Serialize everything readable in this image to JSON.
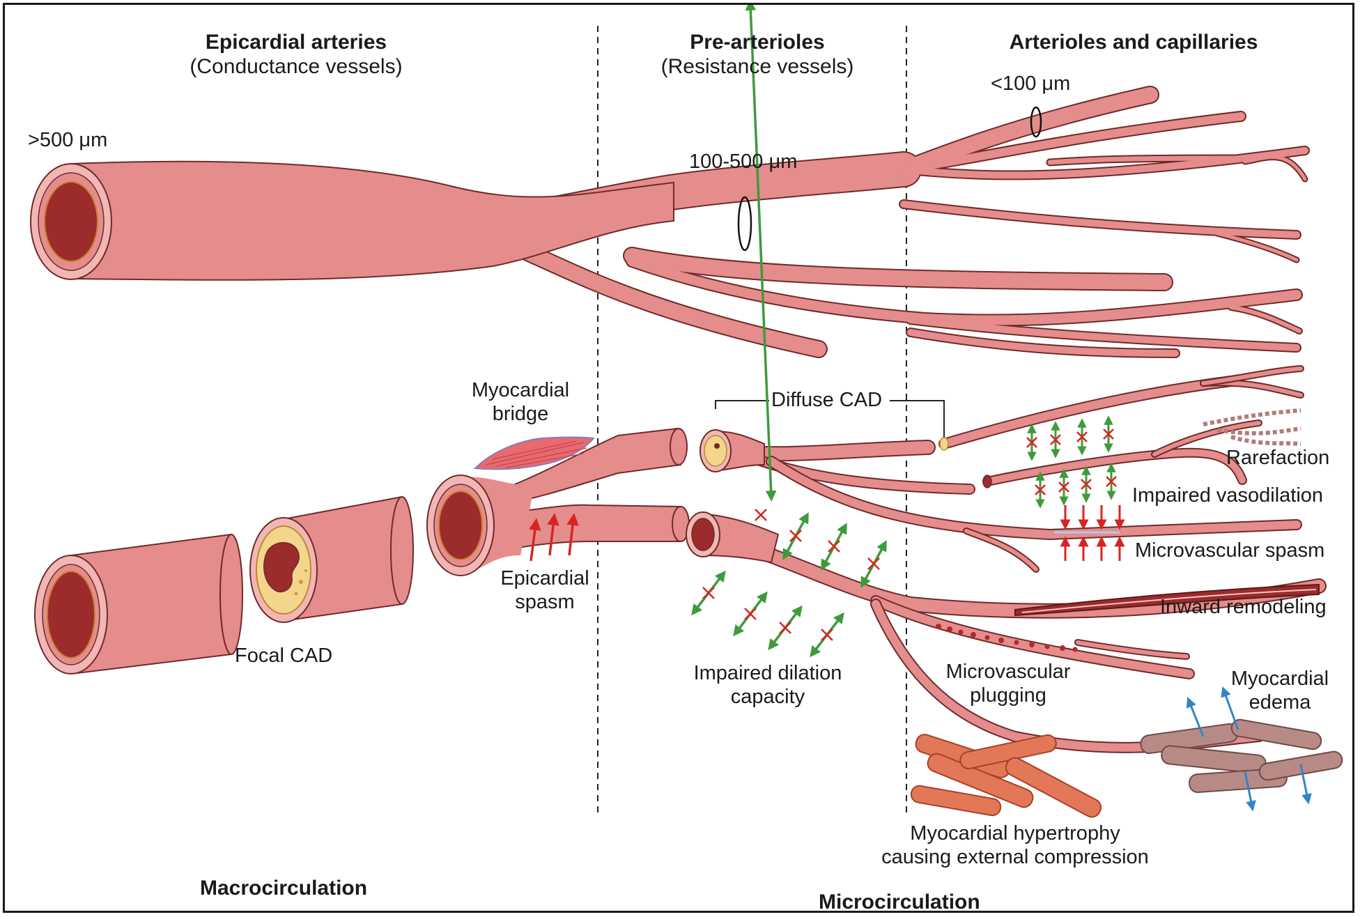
{
  "headings": {
    "epicardial_title": "Epicardial arteries",
    "epicardial_sub": "(Conductance vessels)",
    "prearterioles_title": "Pre-arterioles",
    "prearterioles_sub": "(Resistance vessels)",
    "arterioles_title": "Arterioles and capillaries"
  },
  "sizes": {
    "large": ">500 μm",
    "medium": "100-500 μm",
    "small": "<100 μm"
  },
  "labels": {
    "myocardial_bridge_1": "Myocardial",
    "myocardial_bridge_2": "bridge",
    "diffuse_cad": "Diffuse CAD",
    "rarefaction": "Rarefaction",
    "impaired_vasodilation": "Impaired vasodilation",
    "microvascular_spasm": "Microvascular spasm",
    "epicardial_spasm_1": "Epicardial",
    "epicardial_spasm_2": "spasm",
    "inward_remodeling": "Inward remodeling",
    "focal_cad": "Focal CAD",
    "impaired_dilation_1": "Impaired dilation",
    "impaired_dilation_2": "capacity",
    "microvascular_plugging_1": "Microvascular",
    "microvascular_plugging_2": "plugging",
    "myocardial_edema_1": "Myocardial",
    "myocardial_edema_2": "edema",
    "hypertrophy_1": "Myocardial hypertrophy",
    "hypertrophy_2": "causing external compression"
  },
  "sections": {
    "macro": "Macrocirculation",
    "micro": "Microcirculation"
  },
  "colors": {
    "vessel_fill": "#e58d8c",
    "vessel_edge": "#6e2a2a",
    "lumen": "#9c2b2b",
    "plaque": "#f3d58c",
    "spasm_arrow": "#d62424",
    "dilation_arrow": "#3f9a3c",
    "edema_arrow": "#2f86c8",
    "muscle": "#e37858"
  }
}
